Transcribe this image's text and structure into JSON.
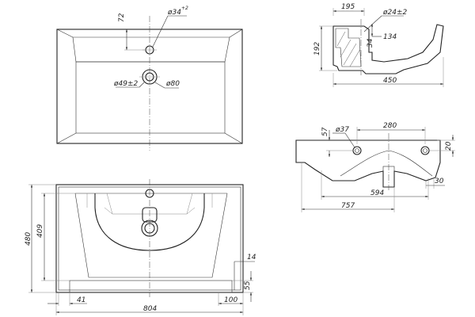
{
  "top_view": {
    "dims": {
      "d72": "72",
      "d34": "ø34",
      "d34tol": "+2",
      "d49": "ø49±2",
      "d80": "ø80"
    }
  },
  "side_section": {
    "dims": {
      "d195": "195",
      "d24": "ø24±2",
      "d34": "34",
      "d134": "134",
      "d192": "192",
      "d450": "450"
    }
  },
  "front_section": {
    "dims": {
      "d57": "57",
      "d37": "ø37",
      "d280": "280",
      "d20": "20",
      "d30": "30",
      "d594": "594",
      "d757": "757"
    }
  },
  "bottom_view": {
    "dims": {
      "d480": "480",
      "d409": "409",
      "d14": "14",
      "d55": "55",
      "d41": "41",
      "d804": "804",
      "d100": "100"
    }
  }
}
